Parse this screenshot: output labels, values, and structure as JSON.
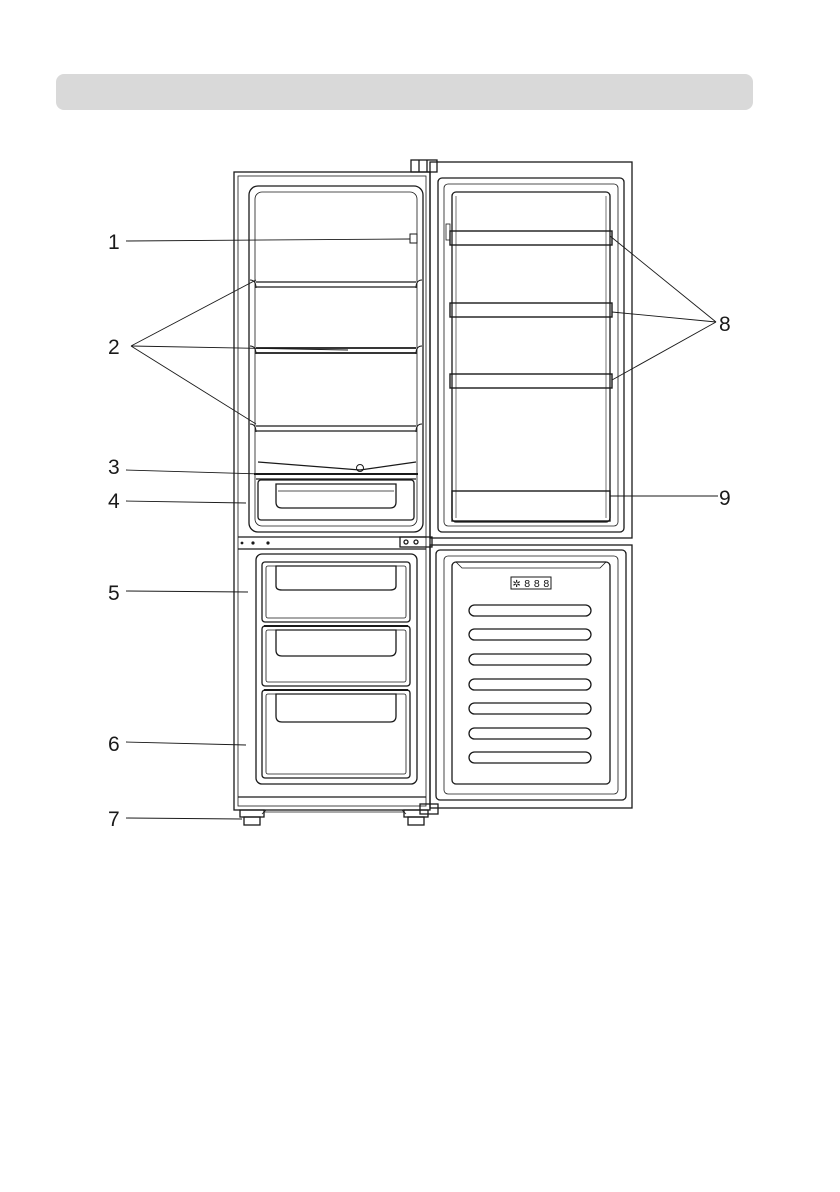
{
  "header": {
    "title": ""
  },
  "callouts": [
    {
      "number": "1"
    },
    {
      "number": "2"
    },
    {
      "number": "3"
    },
    {
      "number": "4"
    },
    {
      "number": "5"
    },
    {
      "number": "6"
    },
    {
      "number": "7"
    },
    {
      "number": "8"
    },
    {
      "number": "9"
    }
  ],
  "freezer_panel": {
    "display_glyphs": "✲ 8 8 8"
  },
  "colors": {
    "line": "#1a1a1a",
    "header": "#d9d9d9",
    "background": "#ffffff"
  }
}
